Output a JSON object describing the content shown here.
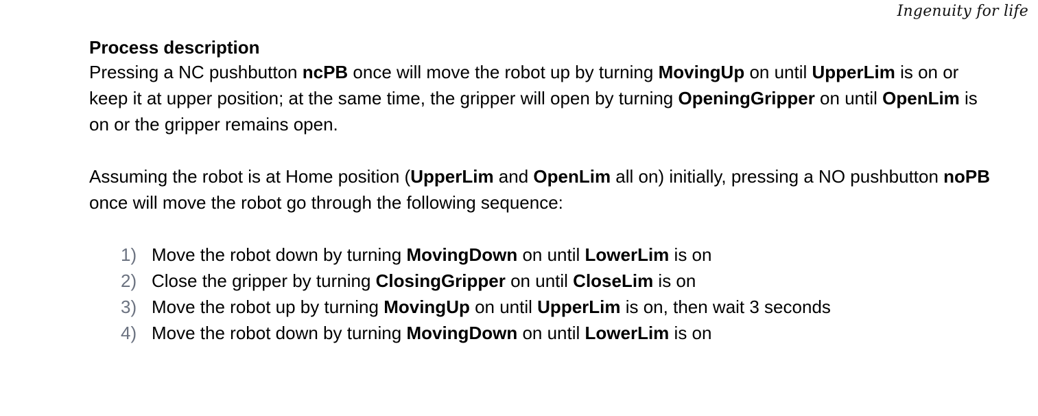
{
  "header": {
    "slogan": "Ingenuity for life"
  },
  "document": {
    "heading": "Process description",
    "paragraph1": [
      {
        "text": "Pressing a NC pushbutton ",
        "bold": false
      },
      {
        "text": "ncPB",
        "bold": true
      },
      {
        "text": " once will move the robot up by turning ",
        "bold": false
      },
      {
        "text": "MovingUp",
        "bold": true
      },
      {
        "text": " on until ",
        "bold": false
      },
      {
        "text": "UpperLim",
        "bold": true
      },
      {
        "text": " is on or keep it at upper position; at the same time, the gripper will open by turning ",
        "bold": false
      },
      {
        "text": "OpeningGripper",
        "bold": true
      },
      {
        "text": " on until ",
        "bold": false
      },
      {
        "text": "OpenLim",
        "bold": true
      },
      {
        "text": " is on or the gripper remains open.",
        "bold": false
      }
    ],
    "paragraph2": [
      {
        "text": "Assuming the robot is at Home position (",
        "bold": false
      },
      {
        "text": "UpperLim",
        "bold": true
      },
      {
        "text": " and ",
        "bold": false
      },
      {
        "text": "OpenLim",
        "bold": true
      },
      {
        "text": " all on) initially, pressing a NO pushbutton ",
        "bold": false
      },
      {
        "text": "noPB",
        "bold": true
      },
      {
        "text": " once will move the robot go through the following sequence:",
        "bold": false
      }
    ],
    "steps": [
      {
        "number": "1)",
        "parts": [
          {
            "text": "Move the robot down by turning ",
            "bold": false
          },
          {
            "text": "MovingDown",
            "bold": true
          },
          {
            "text": " on until ",
            "bold": false
          },
          {
            "text": "LowerLim",
            "bold": true
          },
          {
            "text": " is on",
            "bold": false
          }
        ]
      },
      {
        "number": "2)",
        "parts": [
          {
            "text": "Close the gripper by turning ",
            "bold": false
          },
          {
            "text": "ClosingGripper",
            "bold": true
          },
          {
            "text": " on until ",
            "bold": false
          },
          {
            "text": "CloseLim",
            "bold": true
          },
          {
            "text": " is on",
            "bold": false
          }
        ]
      },
      {
        "number": "3)",
        "parts": [
          {
            "text": "Move the robot up by turning ",
            "bold": false
          },
          {
            "text": "MovingUp",
            "bold": true
          },
          {
            "text": " on until ",
            "bold": false
          },
          {
            "text": "UpperLim",
            "bold": true
          },
          {
            "text": " is on, then wait 3 seconds",
            "bold": false
          }
        ]
      },
      {
        "number": "4)",
        "parts": [
          {
            "text": "Move the robot down by turning ",
            "bold": false
          },
          {
            "text": "MovingDown",
            "bold": true
          },
          {
            "text": " on until ",
            "bold": false
          },
          {
            "text": "LowerLim",
            "bold": true
          },
          {
            "text": " is on",
            "bold": false
          }
        ]
      }
    ]
  }
}
